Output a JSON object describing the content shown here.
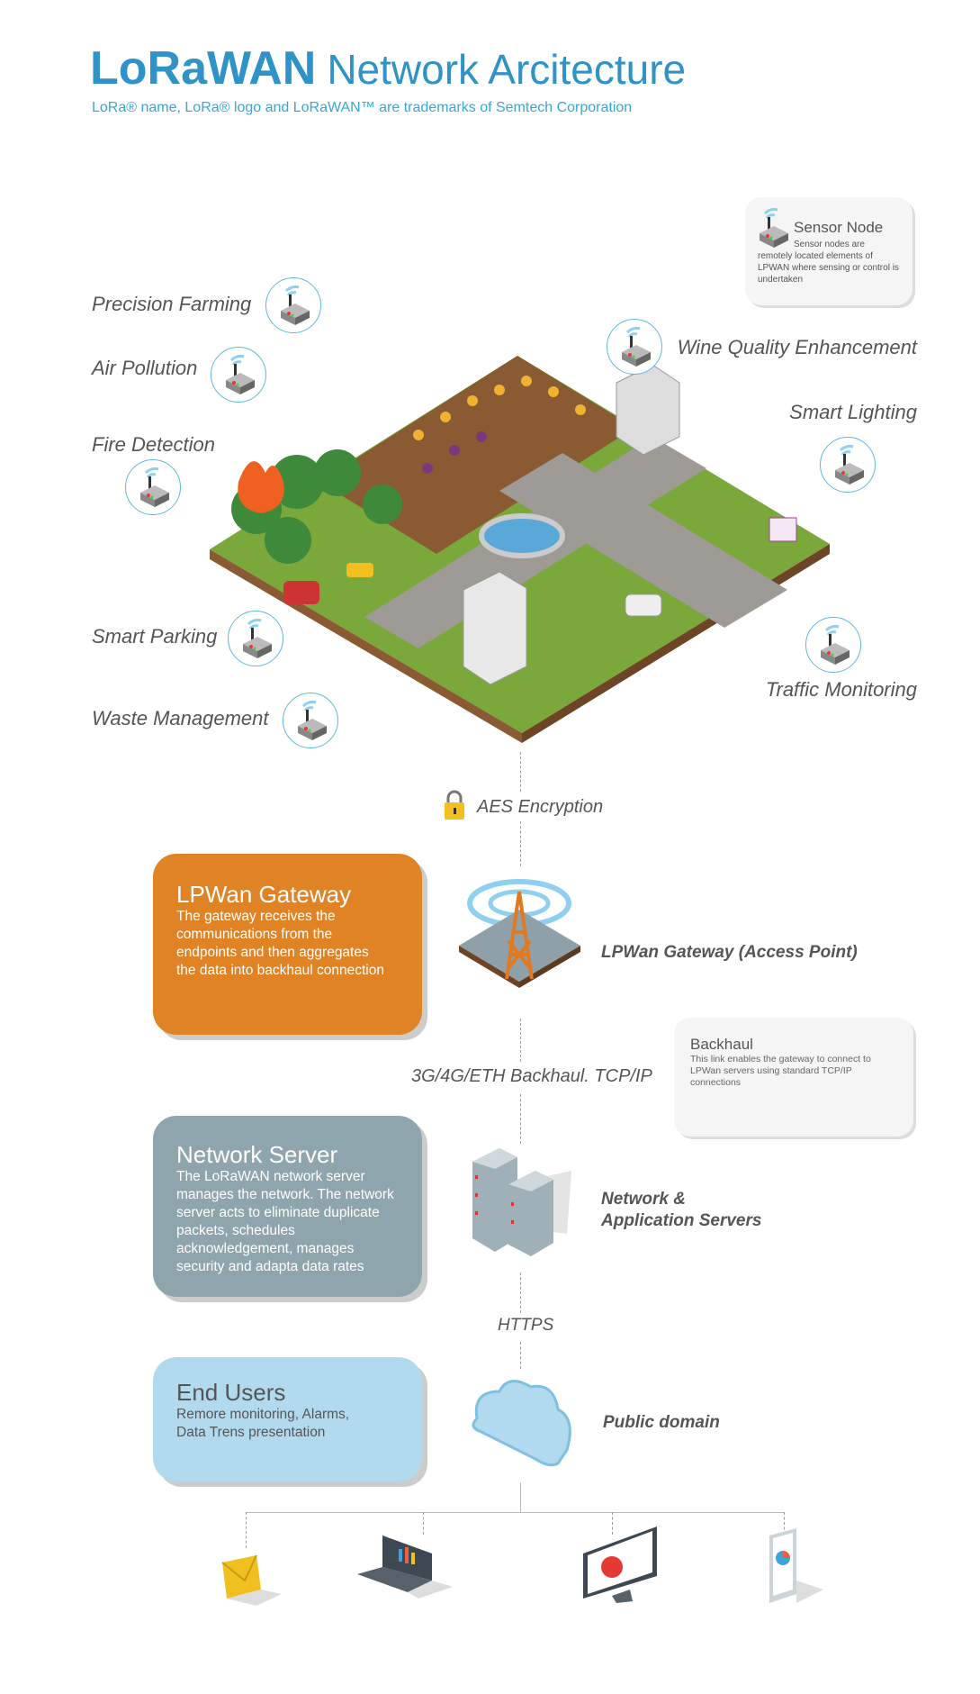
{
  "header": {
    "title_bold": "LoRaWAN",
    "title_rest": "Network Arcitecture",
    "subtitle": "LoRa® name, LoRa® logo and LoRaWAN™ are trademarks of Semtech Corporation"
  },
  "sensor_card": {
    "title": "Sensor Node",
    "text": "Sensor nodes are remotely located elements of LPWAN where sensing or control is undertaken"
  },
  "applications": {
    "precision_farming": "Precision Farming",
    "air_pollution": "Air Pollution",
    "fire_detection": "Fire Detection",
    "smart_parking": "Smart Parking",
    "waste_management": "Waste Management",
    "wine_quality": "Wine Quality Enhancement",
    "smart_lighting": "Smart Lighting",
    "traffic_monitoring": "Traffic Monitoring"
  },
  "encryption": "AES Encryption",
  "gateway": {
    "title": "LPWan Gateway",
    "text": "The gateway receives the communications from the endpoints and then aggregates the data into backhaul connection",
    "label": "LPWan Gateway (Access Point)"
  },
  "backhaul": {
    "link": "3G/4G/ETH Backhaul. TCP/IP",
    "card_title": "Backhaul",
    "card_text": "This link enables the gateway to connect to LPWan servers using standard TCP/IP connections"
  },
  "server": {
    "title": "Network Server",
    "text": "The LoRaWAN network server manages the network. The network server acts to eliminate duplicate packets, schedules acknowledgement, manages security and adapta data rates",
    "label_1": "Network &",
    "label_2": "Application Servers"
  },
  "https": "HTTPS",
  "end_users": {
    "title": "End Users",
    "text": "Remore monitoring, Alarms, Data Trens presentation",
    "label": "Public domain"
  },
  "colors": {
    "accent": "#2f93c8",
    "gateway": "#e08325",
    "server": "#8fa5ad",
    "users": "#b2daee"
  }
}
